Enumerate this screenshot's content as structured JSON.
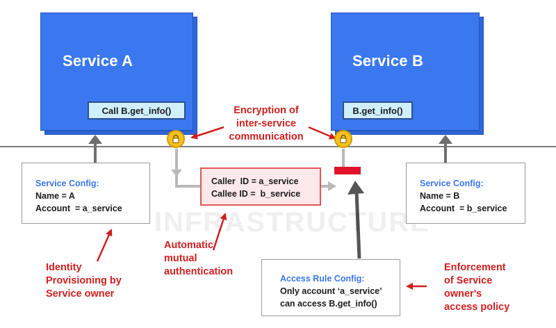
{
  "service_a": {
    "title": "Service A",
    "call_label": "Call B.get_info()"
  },
  "service_b": {
    "title": "Service B",
    "method_label": "B.get_info()"
  },
  "encryption_label": "Encryption of\ninter-service\ncommunication",
  "service_config_a": {
    "title": "Service Config:",
    "name_line": "Name = A",
    "account_line": "Account  = a_service"
  },
  "service_config_b": {
    "title": "Service Config:",
    "name_line": "Name = B",
    "account_line": "Account  = b_service"
  },
  "caller_box": {
    "caller_line": "Caller  ID = a_service",
    "callee_line": "Callee ID =  b_service"
  },
  "watermark": "INFRASTRUCTURE",
  "auth_label": "Automatic\nmutual\nauthentication",
  "identity_label": "Identity\nProvisioning by\nService owner",
  "access_rule": {
    "title": "Access Rule Config:",
    "line1": "Only account ‘a_service’",
    "line2": "can access B.get_info()"
  },
  "enforcement_label": "Enforcement\nof Service\nowner's\naccess policy",
  "colors": {
    "service_blue": "#3b78f0",
    "label_red": "#d01f1f",
    "lock_yellow": "#f6c21a",
    "caller_fill": "#fde8ea"
  }
}
